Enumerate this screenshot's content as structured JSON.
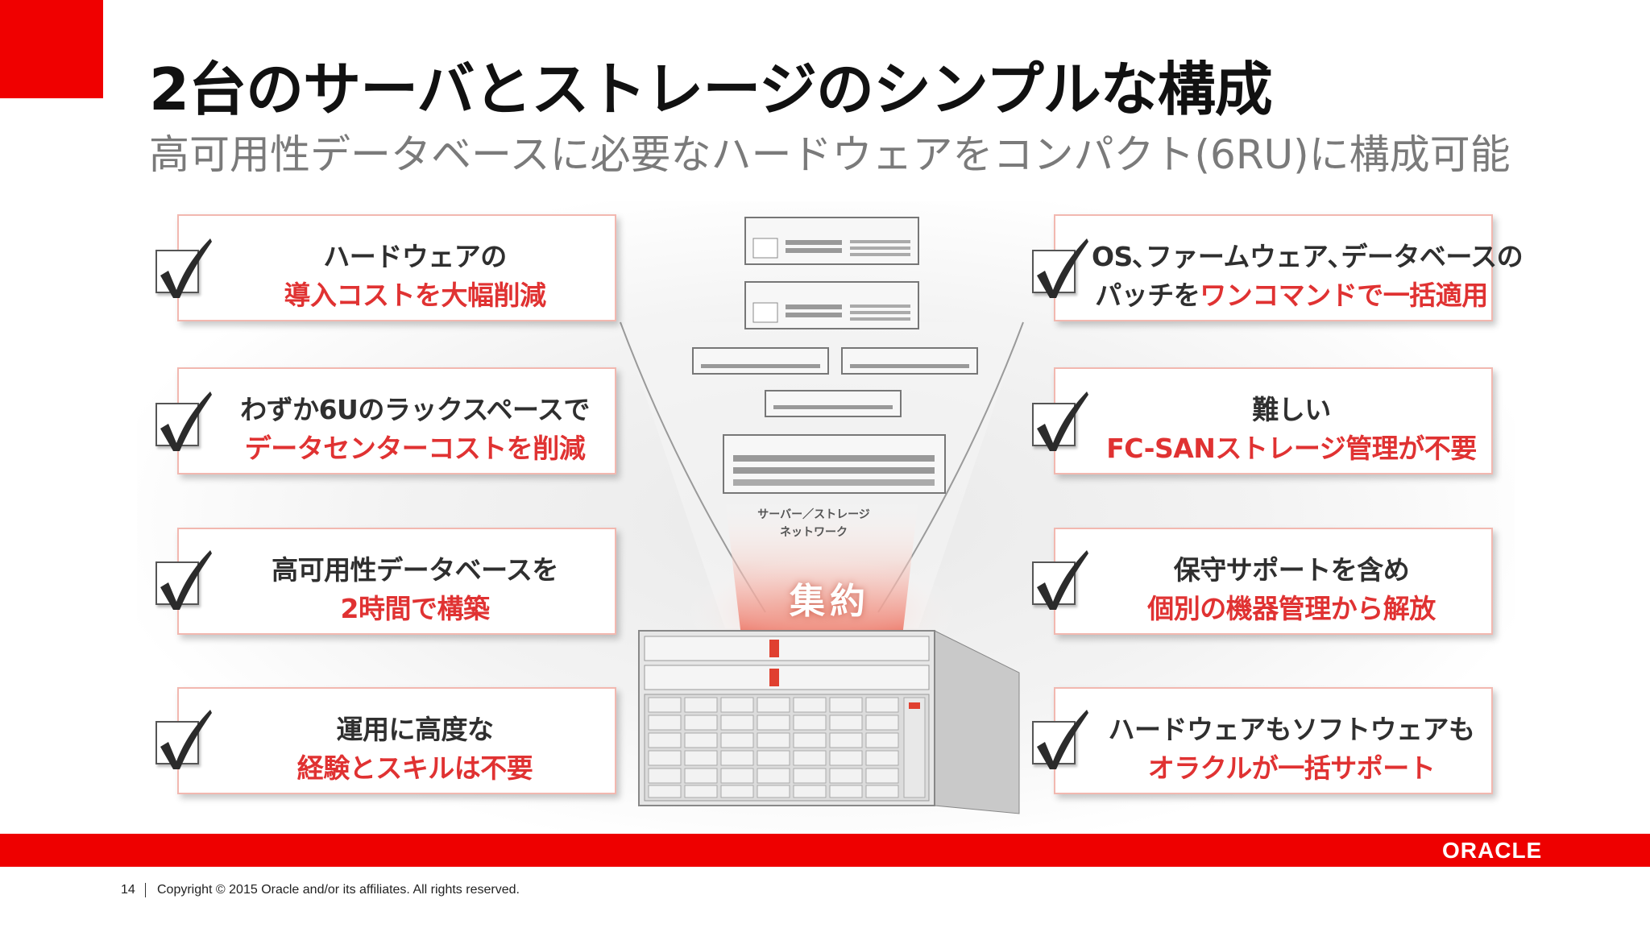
{
  "slide": {
    "title": "2台のサーバとストレージのシンプルな構成",
    "subtitle": "高可用性データベースに必要なハードウェアをコンパクト(6RU)に構成可能"
  },
  "left_cards": [
    {
      "line1": "ハードウェアの",
      "line2": "導入コストを大幅削減"
    },
    {
      "line1": "わずか6Uのラックスペースで",
      "line2": "データセンターコストを削減"
    },
    {
      "line1": "高可用性データベースを",
      "line2": "2時間で構築"
    },
    {
      "line1": "運用に高度な",
      "line2": "経験とスキルは不要"
    }
  ],
  "right_cards": [
    {
      "line1": "OS､ファームウェア､データベースの",
      "line2_pre": "パッチを",
      "line2_red": "ワンコマンドで一括適用"
    },
    {
      "line1": "難しい",
      "line2": "FC-SANストレージ管理が不要"
    },
    {
      "line1": "保守サポートを含め",
      "line2": "個別の機器管理から解放"
    },
    {
      "line1": "ハードウェアもソフトウェアも",
      "line2": "オラクルが一括サポート"
    }
  ],
  "diagram": {
    "server_label_1": "サーバー／ストレージ",
    "server_label_2": "ネットワーク",
    "consolidate": "集約"
  },
  "footer": {
    "page_number": "14",
    "copyright": "Copyright © 2015 Oracle and/or its affiliates. All rights reserved.",
    "logo": "ORACLE"
  },
  "colors": {
    "brand_red": "#ee0000",
    "accent_red": "#e03232",
    "title_gray": "#7a7a7a"
  }
}
